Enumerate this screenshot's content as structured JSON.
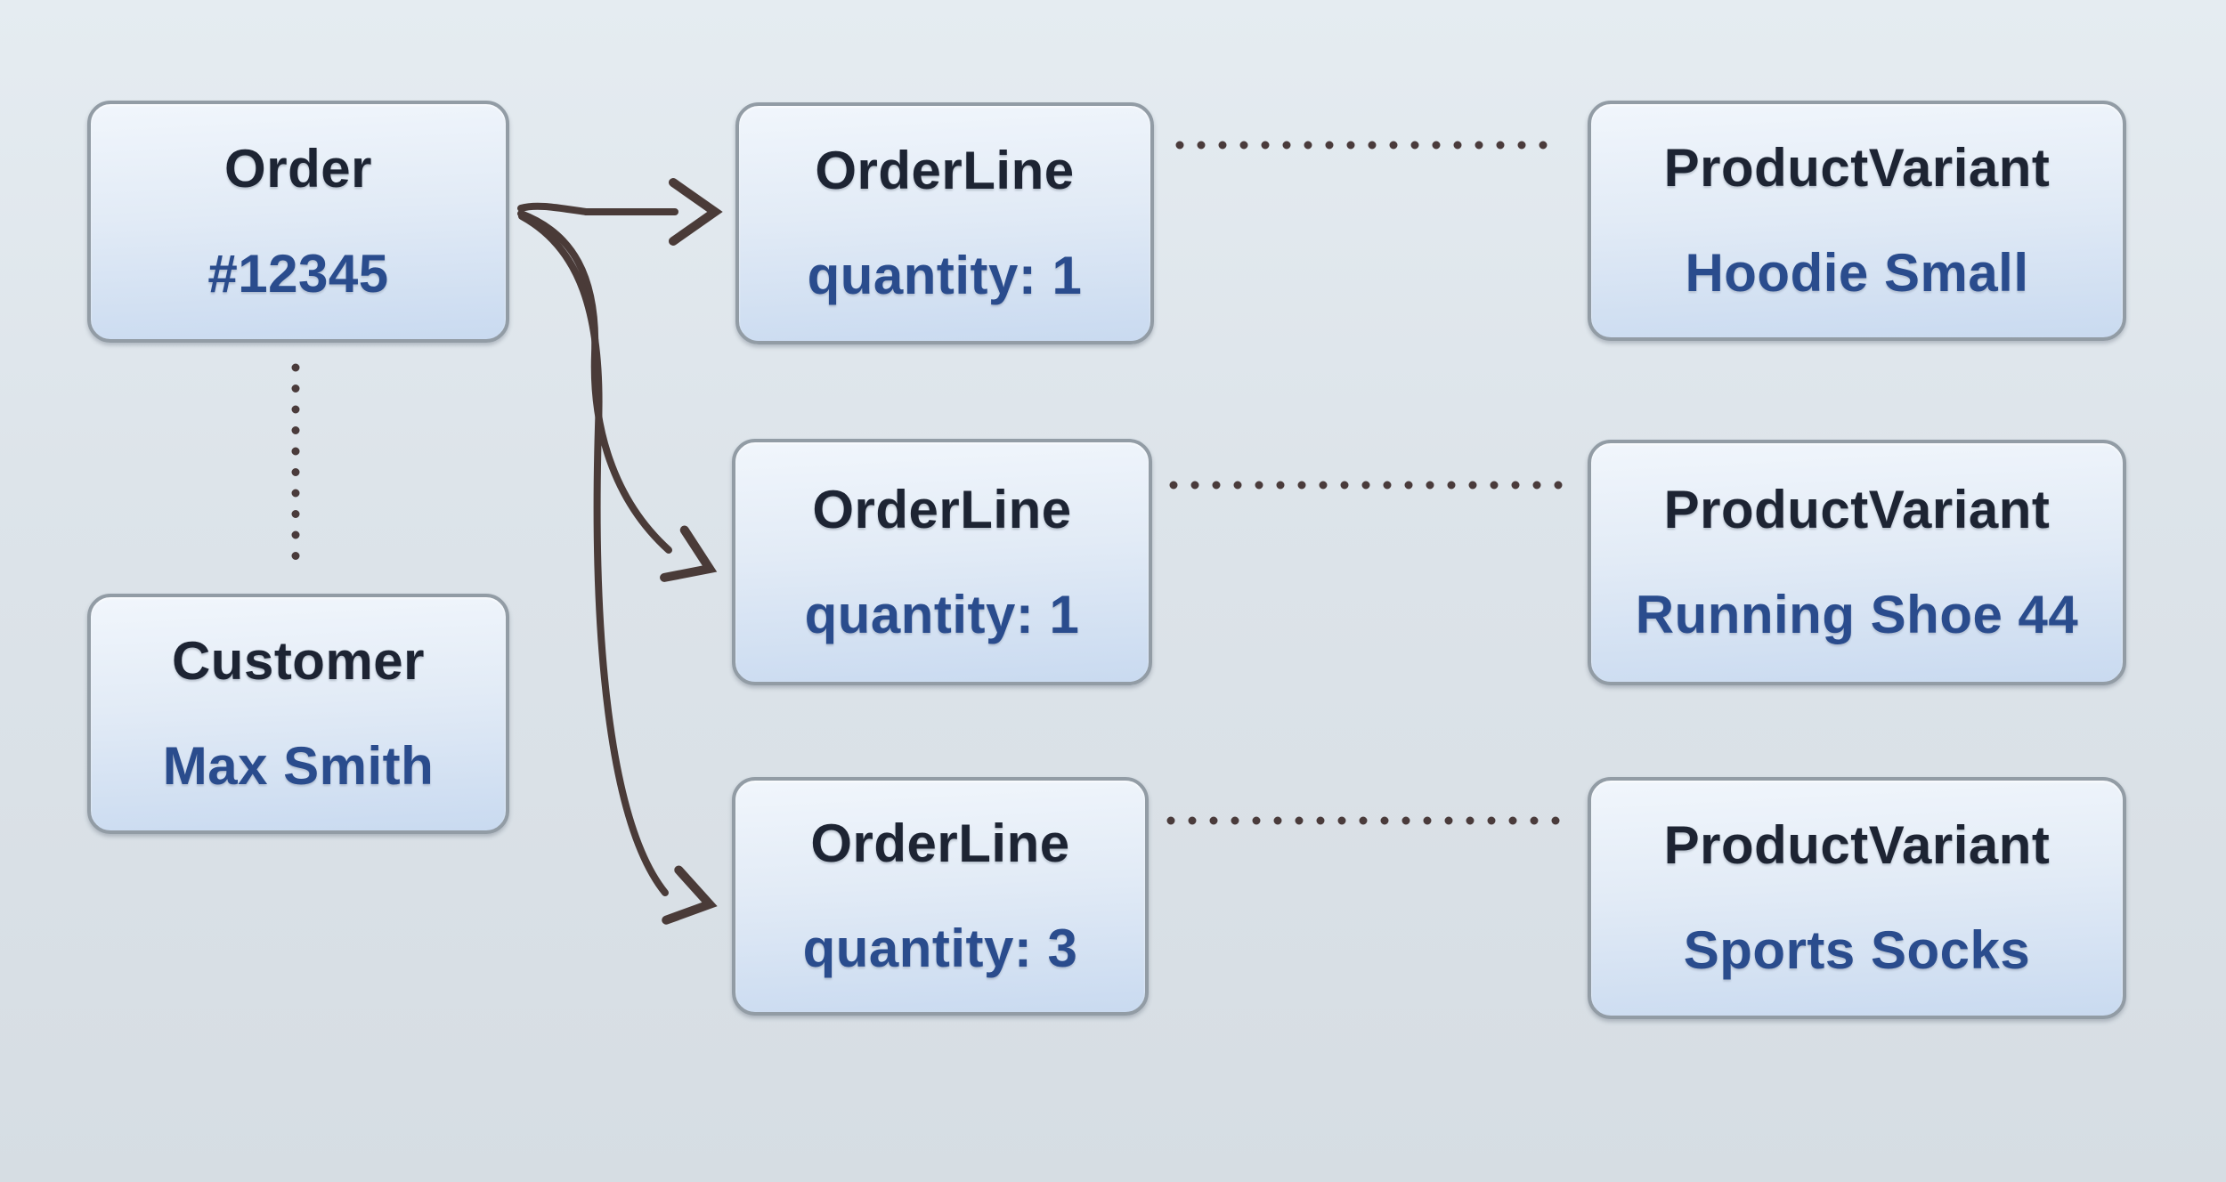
{
  "diagram": {
    "nodes": {
      "order": {
        "title": "Order",
        "value": "#12345"
      },
      "customer": {
        "title": "Customer",
        "value": "Max Smith"
      },
      "order_lines": [
        {
          "title": "OrderLine",
          "value": "quantity: 1"
        },
        {
          "title": "OrderLine",
          "value": "quantity: 1"
        },
        {
          "title": "OrderLine",
          "value": "quantity: 3"
        }
      ],
      "product_variants": [
        {
          "title": "ProductVariant",
          "value": "Hoodie Small"
        },
        {
          "title": "ProductVariant",
          "value": "Running Shoe 44"
        },
        {
          "title": "ProductVariant",
          "value": "Sports Socks"
        }
      ]
    },
    "edges": [
      {
        "from": "order",
        "to": "order-line-1",
        "style": "solid-arrow"
      },
      {
        "from": "order",
        "to": "order-line-2",
        "style": "solid-arrow"
      },
      {
        "from": "order",
        "to": "order-line-3",
        "style": "solid-arrow"
      },
      {
        "from": "order",
        "to": "customer",
        "style": "dotted"
      },
      {
        "from": "order-line-1",
        "to": "product-variant-1",
        "style": "dotted"
      },
      {
        "from": "order-line-2",
        "to": "product-variant-2",
        "style": "dotted"
      },
      {
        "from": "order-line-3",
        "to": "product-variant-3",
        "style": "dotted"
      }
    ],
    "colors": {
      "background_top": "#e5ecf1",
      "background_bottom": "#d6dde3",
      "node_fill_top": "#f1f6fc",
      "node_fill_bottom": "#c9daf0",
      "node_border": "#929ca5",
      "title_text": "#1d2433",
      "value_text": "#2a4c8d",
      "connector": "#4a3b38"
    }
  }
}
